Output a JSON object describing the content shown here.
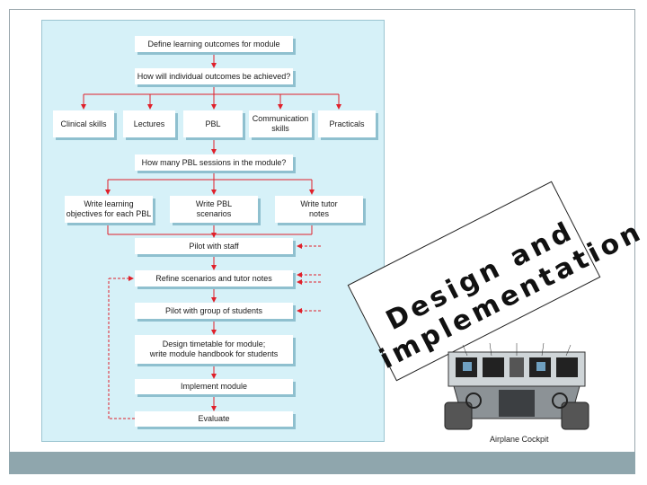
{
  "flowchart": {
    "define": "Define learning outcomes for module",
    "how_achieved": "How will individual outcomes be achieved?",
    "methods": [
      "Clinical skills",
      "Lectures",
      "PBL",
      "Communication\nskills",
      "Practicals"
    ],
    "sessions": "How many PBL sessions in the module?",
    "writes": [
      "Write learning\nobjectives for each PBL",
      "Write PBL\nscenarios",
      "Write tutor\nnotes"
    ],
    "pilot_staff": "Pilot with staff",
    "refine": "Refine scenarios and tutor notes",
    "pilot_students": "Pilot with group of students",
    "timetable": "Design timetable for module;\nwrite module handbook for students",
    "implement": "Implement module",
    "evaluate": "Evaluate"
  },
  "title": {
    "line1": "Design and",
    "line2": "implementation"
  },
  "cockpit": {
    "caption": "Airplane Cockpit"
  },
  "colors": {
    "arrow": "#e0202a",
    "panel": "#d6f1f8",
    "bottom_bar": "#8fa6ad"
  }
}
